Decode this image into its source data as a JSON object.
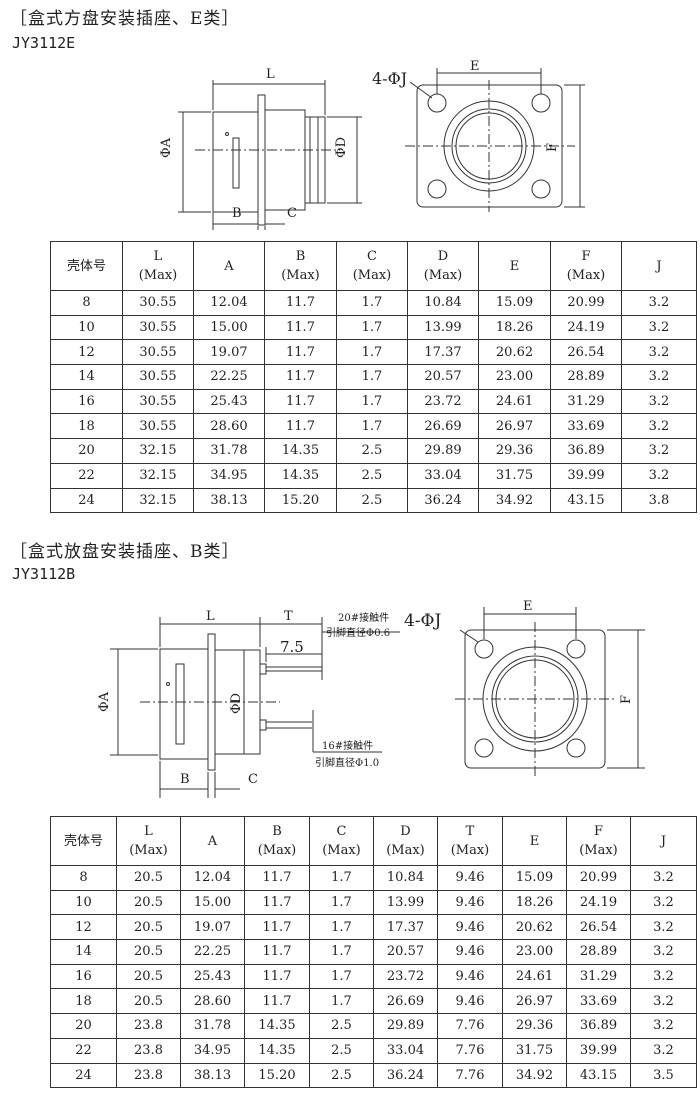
{
  "sectionE": {
    "title": "［盒式方盘安装插座、E类］",
    "model": "JY3112E",
    "diagram": {
      "L": "L",
      "A": "ΦA",
      "D": "ΦD",
      "B": "B",
      "C": "C",
      "holes": "4-ΦJ",
      "E": "E",
      "F": "F"
    },
    "headers": [
      {
        "l1": "壳体号",
        "l2": ""
      },
      {
        "l1": "L",
        "l2": "(Max)"
      },
      {
        "l1": "A",
        "l2": ""
      },
      {
        "l1": "B",
        "l2": "(Max)"
      },
      {
        "l1": "C",
        "l2": "(Max)"
      },
      {
        "l1": "D",
        "l2": "(Max)"
      },
      {
        "l1": "E",
        "l2": ""
      },
      {
        "l1": "F",
        "l2": "(Max)"
      },
      {
        "l1": "J",
        "l2": ""
      }
    ],
    "rows": [
      [
        "8",
        "30.55",
        "12.04",
        "11.7",
        "1.7",
        "10.84",
        "15.09",
        "20.99",
        "3.2"
      ],
      [
        "10",
        "30.55",
        "15.00",
        "11.7",
        "1.7",
        "13.99",
        "18.26",
        "24.19",
        "3.2"
      ],
      [
        "12",
        "30.55",
        "19.07",
        "11.7",
        "1.7",
        "17.37",
        "20.62",
        "26.54",
        "3.2"
      ],
      [
        "14",
        "30.55",
        "22.25",
        "11.7",
        "1.7",
        "20.57",
        "23.00",
        "28.89",
        "3.2"
      ],
      [
        "16",
        "30.55",
        "25.43",
        "11.7",
        "1.7",
        "23.72",
        "24.61",
        "31.29",
        "3.2"
      ],
      [
        "18",
        "30.55",
        "28.60",
        "11.7",
        "1.7",
        "26.69",
        "26.97",
        "33.69",
        "3.2"
      ],
      [
        "20",
        "32.15",
        "31.78",
        "14.35",
        "2.5",
        "29.89",
        "29.36",
        "36.89",
        "3.2"
      ],
      [
        "22",
        "32.15",
        "34.95",
        "14.35",
        "2.5",
        "33.04",
        "31.75",
        "39.99",
        "3.2"
      ],
      [
        "24",
        "32.15",
        "38.13",
        "15.20",
        "2.5",
        "36.24",
        "34.92",
        "43.15",
        "3.8"
      ]
    ]
  },
  "sectionB": {
    "title": "［盒式放盘安装插座、B类］",
    "model": "JY3112B",
    "diagram": {
      "L": "L",
      "T": "T",
      "dim75": "7.5",
      "A": "ΦA",
      "D": "ΦD",
      "B": "B",
      "C": "C",
      "pin20a": "20#接触件",
      "pin20b": "引脚直径Φ0.6",
      "pin16a": "16#接触件",
      "pin16b": "引脚直径Φ1.0",
      "holes": "4-ΦJ",
      "E": "E",
      "F": "F"
    },
    "headers": [
      {
        "l1": "壳体号",
        "l2": ""
      },
      {
        "l1": "L",
        "l2": "(Max)"
      },
      {
        "l1": "A",
        "l2": ""
      },
      {
        "l1": "B",
        "l2": "(Max)"
      },
      {
        "l1": "C",
        "l2": "(Max)"
      },
      {
        "l1": "D",
        "l2": "(Max)"
      },
      {
        "l1": "T",
        "l2": "(Max)"
      },
      {
        "l1": "E",
        "l2": ""
      },
      {
        "l1": "F",
        "l2": "(Max)"
      },
      {
        "l1": "J",
        "l2": ""
      }
    ],
    "rows": [
      [
        "8",
        "20.5",
        "12.04",
        "11.7",
        "1.7",
        "10.84",
        "9.46",
        "15.09",
        "20.99",
        "3.2"
      ],
      [
        "10",
        "20.5",
        "15.00",
        "11.7",
        "1.7",
        "13.99",
        "9.46",
        "18.26",
        "24.19",
        "3.2"
      ],
      [
        "12",
        "20.5",
        "19.07",
        "11.7",
        "1.7",
        "17.37",
        "9.46",
        "20.62",
        "26.54",
        "3.2"
      ],
      [
        "14",
        "20.5",
        "22.25",
        "11.7",
        "1.7",
        "20.57",
        "9.46",
        "23.00",
        "28.89",
        "3.2"
      ],
      [
        "16",
        "20.5",
        "25.43",
        "11.7",
        "1.7",
        "23.72",
        "9.46",
        "24.61",
        "31.29",
        "3.2"
      ],
      [
        "18",
        "20.5",
        "28.60",
        "11.7",
        "1.7",
        "26.69",
        "9.46",
        "26.97",
        "33.69",
        "3.2"
      ],
      [
        "20",
        "23.8",
        "31.78",
        "14.35",
        "2.5",
        "29.89",
        "7.76",
        "29.36",
        "36.89",
        "3.2"
      ],
      [
        "22",
        "23.8",
        "34.95",
        "14.35",
        "2.5",
        "33.04",
        "7.76",
        "31.75",
        "39.99",
        "3.2"
      ],
      [
        "24",
        "23.8",
        "38.13",
        "15.20",
        "2.5",
        "36.24",
        "7.76",
        "34.92",
        "43.15",
        "3.5"
      ]
    ]
  }
}
